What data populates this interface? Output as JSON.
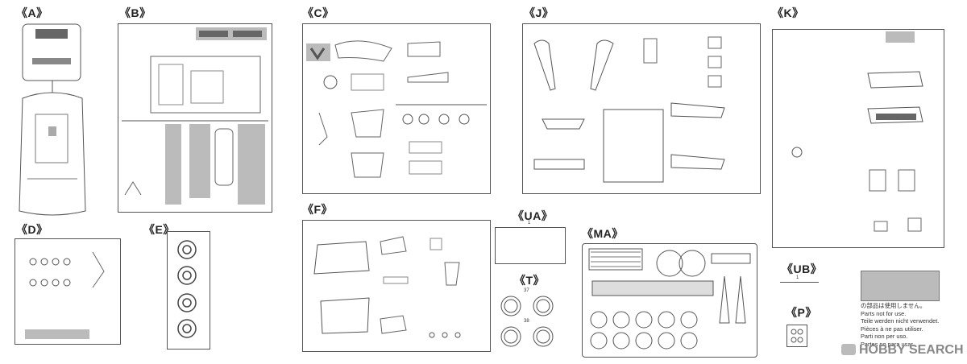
{
  "sprues": {
    "A": "《A》",
    "B": "《B》",
    "C": "《C》",
    "J": "《J》",
    "K": "《K》",
    "D": "《D》",
    "E": "《E》",
    "F": "《F》",
    "UA": "《UA》",
    "MA": "《MA》",
    "T": "《T》",
    "UB": "《UB》",
    "P": "《P》"
  },
  "sub_numbers": {
    "UA": "1",
    "UB": "1",
    "T_a": "37",
    "T_b": "38"
  },
  "notice_lines": [
    "の部品は使用しません。",
    "Parts not for use.",
    "Teile werden nicht verwendet.",
    "Pièces à ne pas utiliser.",
    "Parti non per uso.",
    "Partes no para usar."
  ],
  "watermark": "HOBBY SEARCH",
  "colors": {
    "line": "#555555",
    "shade": "#bbbbbb",
    "dark": "#666666"
  }
}
